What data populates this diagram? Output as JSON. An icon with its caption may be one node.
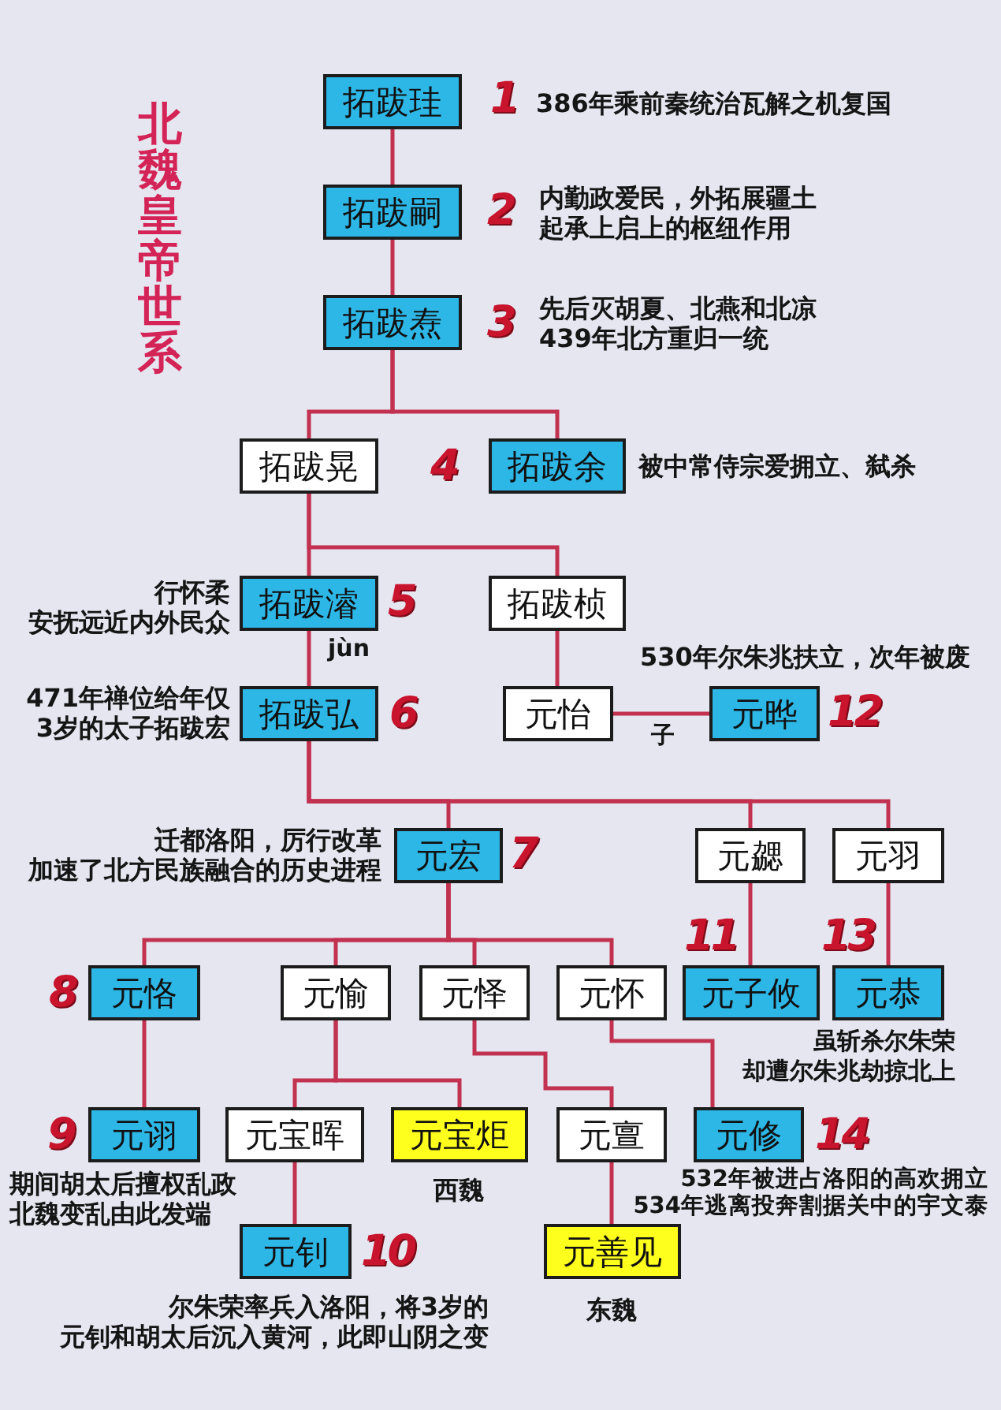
{
  "diagram": {
    "title": "北魏皇帝世系",
    "nodes": [
      {
        "text": [
          "拓跋珪"
        ],
        "beside": [
          "1",
          "386年乘前秦统治瓦解之机复国"
        ]
      },
      {
        "text": [
          "拓跋嗣"
        ],
        "beside": [
          "2",
          "内勤政爱民，外拓展疆土起承上启上的枢纽作用"
        ]
      },
      {
        "text": [
          "拓跋焘"
        ],
        "beside": [
          "3",
          "先后灭胡夏、北燕和北凉439年北方重归一统"
        ]
      },
      {
        "text": [
          "拓跋晃"
        ]
      },
      {
        "text": [
          "拓跋余"
        ],
        "beside": [
          "4",
          "被中常侍宗爱拥立、弑杀"
        ]
      },
      {
        "text": [
          "拓跋濬"
        ],
        "beside": [
          "行怀柔安抚远近内外民众",
          "5",
          "jùn"
        ]
      },
      {
        "text": [
          "拓跋桢"
        ]
      },
      {
        "text": [
          "拓跋弘"
        ],
        "beside": [
          "471年禅位给年仅3岁的太子拓跋宏",
          "6"
        ]
      },
      {
        "text": [
          "元怡"
        ]
      },
      {
        "text": [
          "元晔"
        ],
        "beside": [
          "530年尔朱兆扶立，次年被废",
          "12"
        ]
      },
      {
        "text": [
          "元宏"
        ],
        "beside": [
          "迁都洛阳，厉行改革加速了北方民族融合的历史进程",
          "7"
        ]
      },
      {
        "text": [
          "元勰"
        ]
      },
      {
        "text": [
          "元羽"
        ]
      },
      {
        "text": [
          "元恪"
        ],
        "beside": [
          "8"
        ]
      },
      {
        "text": [
          "元愉"
        ]
      },
      {
        "text": [
          "元怿"
        ]
      },
      {
        "text": [
          "元怀"
        ]
      },
      {
        "text": [
          "元子攸"
        ],
        "beside": [
          "11",
          "虽斩杀尔朱荣却遭尔朱兆劫掠北上"
        ]
      },
      {
        "text": [
          "元恭"
        ],
        "beside": [
          "13"
        ]
      },
      {
        "text": [
          "元诩"
        ],
        "beside": [
          "9",
          "期间胡太后擅权乱政北魏变乱由此发端"
        ]
      },
      {
        "text": [
          "元宝晖"
        ]
      },
      {
        "text": [
          "元宝炬"
        ],
        "beside": [
          "西魏"
        ]
      },
      {
        "text": [
          "元亶"
        ]
      },
      {
        "text": [
          "元修"
        ],
        "beside": [
          "14",
          "532年被进占洛阳的高欢拥立534年逃离投奔割据关中的宇文泰"
        ]
      },
      {
        "text": [
          "元钊"
        ],
        "beside": [
          "10",
          "尔朱荣率兵入洛阳，将3岁的元钊和胡太后沉入黄河，此即山阴之变"
        ]
      },
      {
        "text": [
          "元善见"
        ],
        "beside": [
          "东魏"
        ]
      }
    ],
    "edges": [
      {
        "from": 0,
        "to": 1,
        "arrow": "none"
      },
      {
        "from": 1,
        "to": 2,
        "arrow": "none"
      },
      {
        "from": 2,
        "to": 3,
        "arrow": "none"
      },
      {
        "from": 2,
        "to": 4,
        "arrow": "none"
      },
      {
        "from": 3,
        "to": 5,
        "arrow": "none"
      },
      {
        "from": 3,
        "to": 6,
        "arrow": "none"
      },
      {
        "from": 5,
        "to": 7,
        "arrow": "none"
      },
      {
        "from": 6,
        "to": 8,
        "arrow": "none"
      },
      {
        "from": 8,
        "to": 9,
        "arrow": "none",
        "label": "子"
      },
      {
        "from": 7,
        "to": 10,
        "arrow": "none"
      },
      {
        "from": 7,
        "to": 11,
        "arrow": "none"
      },
      {
        "from": 7,
        "to": 12,
        "arrow": "none"
      },
      {
        "from": 10,
        "to": 13,
        "arrow": "none"
      },
      {
        "from": 10,
        "to": 14,
        "arrow": "none"
      },
      {
        "from": 10,
        "to": 15,
        "arrow": "none"
      },
      {
        "from": 10,
        "to": 16,
        "arrow": "none"
      },
      {
        "from": 11,
        "to": 17,
        "arrow": "none"
      },
      {
        "from": 12,
        "to": 18,
        "arrow": "none"
      },
      {
        "from": 13,
        "to": 19,
        "arrow": "none"
      },
      {
        "from": 14,
        "to": 20,
        "arrow": "none"
      },
      {
        "from": 14,
        "to": 21,
        "arrow": "none"
      },
      {
        "from": 15,
        "to": 22,
        "arrow": "none"
      },
      {
        "from": 16,
        "to": 23,
        "arrow": "none"
      },
      {
        "from": 20,
        "to": 24,
        "arrow": "none"
      },
      {
        "from": 22,
        "to": 25,
        "arrow": "none"
      }
    ]
  }
}
